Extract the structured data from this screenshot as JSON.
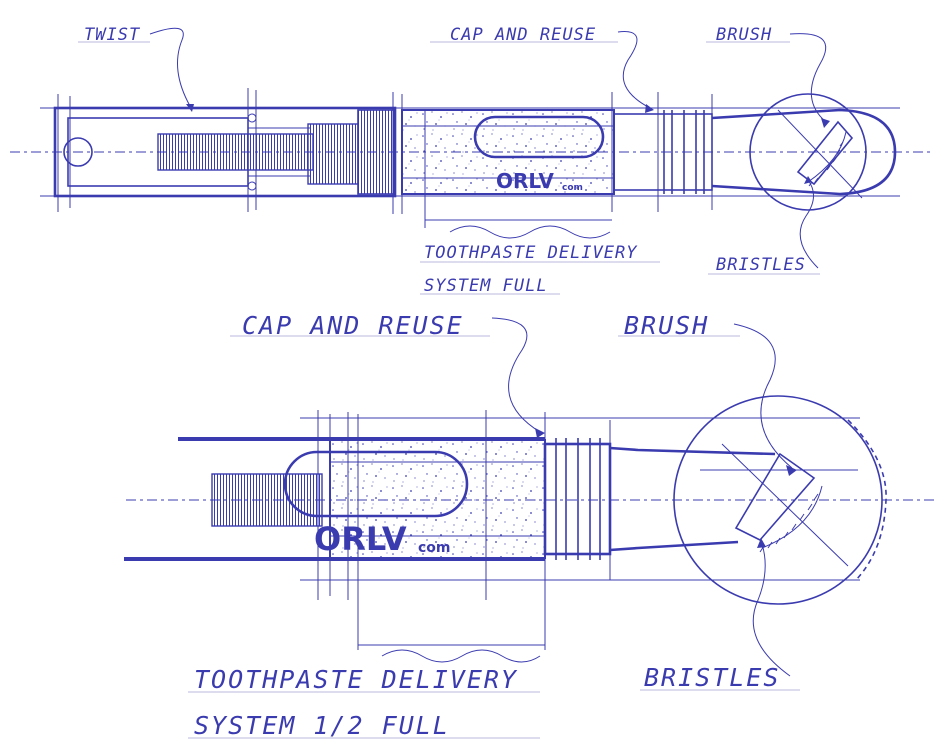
{
  "colors": {
    "ink": "#3b3bb0",
    "paper": "#ffffff",
    "guide": "#b9b9dc"
  },
  "top_view": {
    "twist_label": "TWIST",
    "cap_label": "CAP AND REUSE",
    "brush_label": "BRUSH",
    "bristles_label": "BRISTLES",
    "delivery_label_line1": "TOOTHPASTE DELIVERY",
    "delivery_label_line2": "SYSTEM FULL",
    "brand_main": "ORLV",
    "brand_suffix": "com",
    "fill_level": 1.0
  },
  "bottom_view": {
    "cap_label": "CAP AND REUSE",
    "brush_label": "BRUSH",
    "bristles_label": "BRISTLES",
    "delivery_label_line1": "TOOTHPASTE DELIVERY",
    "delivery_label_line2": "SYSTEM 1/2 FULL",
    "brand_main": "ORLV",
    "brand_suffix": "com",
    "fill_level": 0.5
  }
}
